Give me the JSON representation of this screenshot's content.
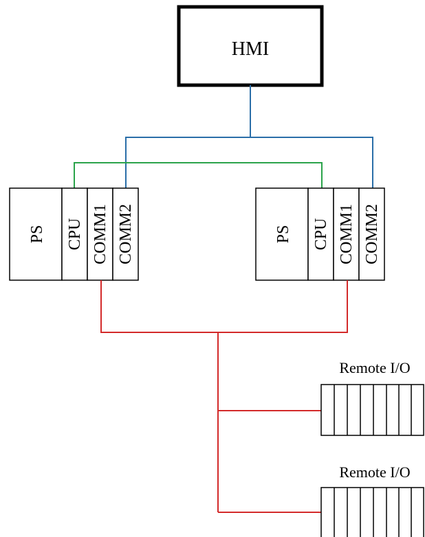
{
  "hmi": {
    "label": "HMI"
  },
  "plc_left": {
    "modules": [
      {
        "label": "PS"
      },
      {
        "label": "CPU"
      },
      {
        "label": "COMM1"
      },
      {
        "label": "COMM2"
      }
    ]
  },
  "plc_right": {
    "modules": [
      {
        "label": "PS"
      },
      {
        "label": "CPU"
      },
      {
        "label": "COMM1"
      },
      {
        "label": "COMM2"
      }
    ]
  },
  "remote_io": [
    {
      "label": "Remote I/O"
    },
    {
      "label": "Remote I/O"
    }
  ],
  "colors": {
    "hmi_network": "#2a6ea8",
    "cpu_link": "#2aa34a",
    "io_network": "#d32a2a",
    "outline": "#000000"
  }
}
